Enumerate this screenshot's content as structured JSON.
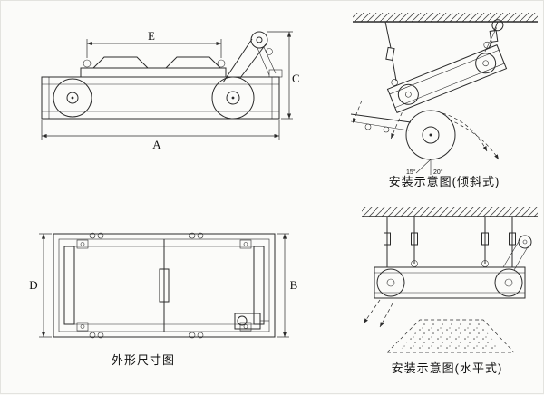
{
  "drawing": {
    "ink_color": "#2b2b2b",
    "background_color": "#fbfbf9"
  },
  "side_view": {
    "dim_e": "E",
    "dim_c": "C",
    "dim_a": "A"
  },
  "plan_view": {
    "dim_d": "D",
    "dim_b": "B",
    "caption": "外形尺寸图"
  },
  "inclined_view": {
    "caption": "安装示意图(倾斜式)",
    "angle_min": "15°",
    "angle_max": "20°"
  },
  "horizontal_view": {
    "caption": "安装示意图(水平式)"
  }
}
